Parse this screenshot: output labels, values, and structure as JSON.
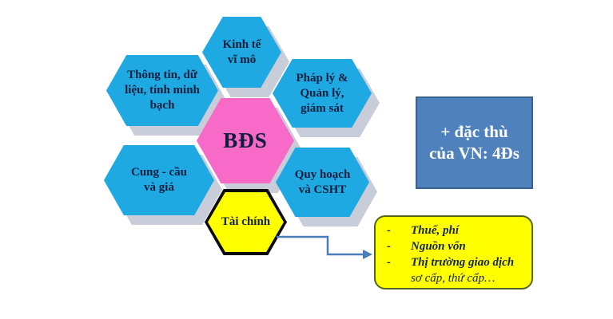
{
  "diagram": {
    "center_hexagon": {
      "label": "BĐS",
      "fill": "#f76ac7"
    },
    "hexagons": [
      {
        "id": "kinh-te",
        "label": "Kinh tế\nvĩ mô",
        "fill": "#1fa9e2"
      },
      {
        "id": "thong-tin",
        "label": "Thông tin, dữ\nliệu, tính minh\nbạch",
        "fill": "#1fa9e2"
      },
      {
        "id": "phap-ly",
        "label": "Pháp lý &\nQuản lý,\ngiám sát",
        "fill": "#1fa9e2"
      },
      {
        "id": "cung-cau",
        "label": "Cung - cầu\nvà giá",
        "fill": "#1fa9e2"
      },
      {
        "id": "quy-hoach",
        "label": "Quy hoạch\nvà CSHT",
        "fill": "#1fa9e2"
      },
      {
        "id": "tai-chinh",
        "label": "Tài chính",
        "fill": "#ffff00",
        "border": "#0b0b0b"
      }
    ],
    "side_note_box": {
      "label": "+ đặc thù\ncủa VN: 4Đs",
      "fill": "#4f81bd",
      "border": "#39618f",
      "text_color": "#ffffff"
    },
    "finance_details_box": {
      "bullet_char": "-",
      "items": [
        "Thuế, phí",
        "Nguồn vốn",
        "Thị trường giao dịch"
      ],
      "suffix": "sơ cấp, thứ cấp…",
      "fill": "#ffff00",
      "border": "#566619"
    },
    "arrow_color": "#4a7ebb",
    "shadow_color": "#c9cdda",
    "label_color": "#101d3d"
  }
}
